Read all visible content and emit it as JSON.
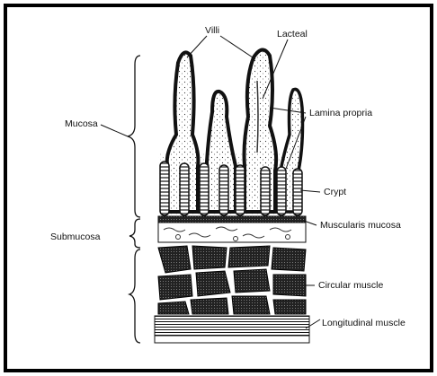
{
  "labels": {
    "villi": "Villi",
    "lacteal": "Lacteal",
    "mucosa": "Mucosa",
    "lamina_propria": "Lamina propria",
    "crypt": "Crypt",
    "submucosa": "Submucosa",
    "muscularis_mucosa": "Muscularis mucosa",
    "circular_muscle": "Circular muscle",
    "longitudinal_muscle": "Longitudinal muscle"
  }
}
